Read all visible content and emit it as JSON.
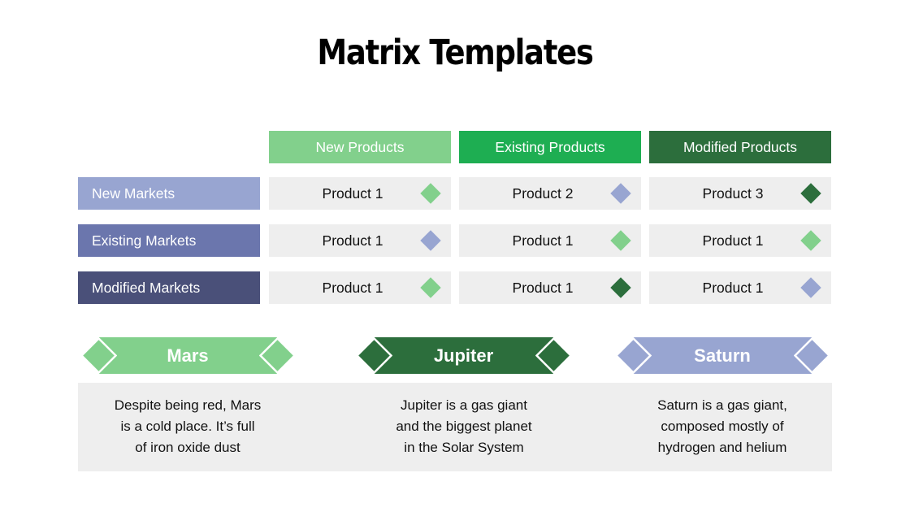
{
  "title": "Matrix Templates",
  "colors": {
    "green_light": "#82d08c",
    "green_mid": "#1eae52",
    "green_dark": "#2c6e3c",
    "blue_light": "#98a5d1",
    "blue_mid": "#6b76ad",
    "blue_dark": "#4a5079",
    "cell_bg": "#eeeeee"
  },
  "matrix": {
    "columns": [
      {
        "label": "New Products",
        "color": "#82d08c"
      },
      {
        "label": "Existing Products",
        "color": "#1eae52"
      },
      {
        "label": "Modified Products",
        "color": "#2c6e3c"
      }
    ],
    "rows": [
      {
        "label": "New Markets",
        "color": "#98a5d1",
        "cells": [
          {
            "label": "Product 1",
            "icon": "diamond-icon",
            "color": "#82d08c"
          },
          {
            "label": "Product 2",
            "icon": "diamond-icon",
            "color": "#98a5d1"
          },
          {
            "label": "Product 3",
            "icon": "diamond-icon",
            "color": "#2c6e3c"
          }
        ]
      },
      {
        "label": "Existing Markets",
        "color": "#6b76ad",
        "cells": [
          {
            "label": "Product 1",
            "icon": "diamond-icon",
            "color": "#98a5d1"
          },
          {
            "label": "Product 1",
            "icon": "diamond-icon",
            "color": "#82d08c"
          },
          {
            "label": "Product 1",
            "icon": "diamond-icon",
            "color": "#82d08c"
          }
        ]
      },
      {
        "label": "Modified Markets",
        "color": "#4a5079",
        "cells": [
          {
            "label": "Product 1",
            "icon": "diamond-icon",
            "color": "#82d08c"
          },
          {
            "label": "Product 1",
            "icon": "diamond-icon",
            "color": "#2c6e3c"
          },
          {
            "label": "Product 1",
            "icon": "diamond-icon",
            "color": "#98a5d1"
          }
        ]
      }
    ]
  },
  "planets": [
    {
      "name": "Mars",
      "color": "#82d08c",
      "lines": [
        "Despite being red, Mars",
        "is a cold place. It’s full",
        "of iron oxide dust"
      ]
    },
    {
      "name": "Jupiter",
      "color": "#2c6e3c",
      "lines": [
        "Jupiter is a gas giant",
        "and the biggest planet",
        "in the Solar System"
      ]
    },
    {
      "name": "Saturn",
      "color": "#98a5d1",
      "lines": [
        "Saturn is a gas giant,",
        "composed mostly of",
        "hydrogen and helium"
      ]
    }
  ]
}
